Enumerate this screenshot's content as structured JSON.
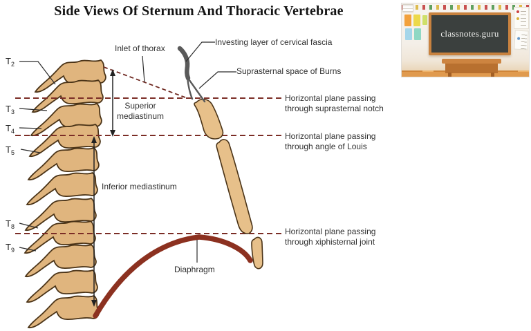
{
  "title": "Side Views Of Sternum And Thoracic Vertebrae",
  "logo": {
    "site": "classnotes.guru"
  },
  "diagram": {
    "labels": {
      "inlet_of_thorax": "Inlet of thorax",
      "investing_fascia": "Investing layer of cervical fascia",
      "suprasternal_space": "Suprasternal space of Burns",
      "superior_mediastinum": [
        "Superior",
        "mediastinum"
      ],
      "inferior_mediastinum": "Inferior mediastinum",
      "diaphragm": "Diaphragm",
      "plane_suprasternal": [
        "Horizontal plane passing",
        "through suprasternal notch"
      ],
      "plane_louis": [
        "Horizontal plane passing",
        "through angle of Louis"
      ],
      "plane_xiphisternal": [
        "Horizontal plane passing",
        "through xiphisternal joint"
      ]
    },
    "vertebra_labels": [
      {
        "main": "T",
        "sub": "2"
      },
      {
        "main": "T",
        "sub": "3"
      },
      {
        "main": "T",
        "sub": "4"
      },
      {
        "main": "T",
        "sub": "5"
      },
      {
        "main": "T",
        "sub": "8"
      },
      {
        "main": "T",
        "sub": "9"
      }
    ],
    "colors": {
      "bone_fill": "#e0b57e",
      "bone_outline": "#4a3317",
      "dashed_plane": "#7b2d26",
      "diaphragm": "#8c3120",
      "fascia": "#5a5a5a",
      "label_text": "#2f2f2f",
      "chalkboard": "#3b403e",
      "chalkboard_frame": "#c8823f"
    }
  }
}
